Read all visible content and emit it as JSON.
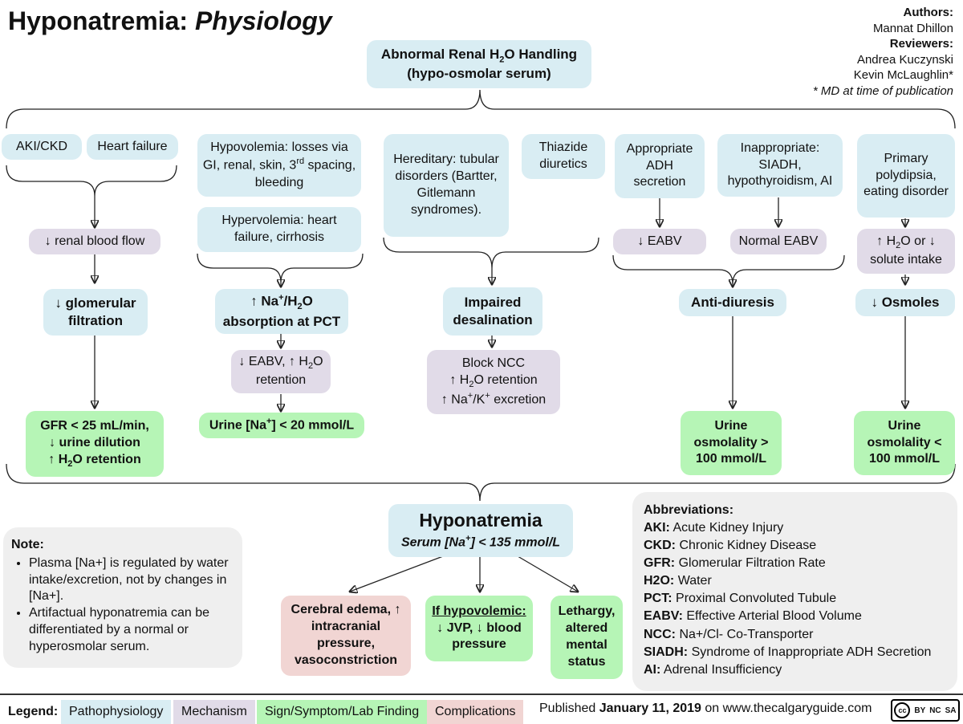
{
  "title": {
    "main": "Hyponatremia:",
    "sub": "Physiology"
  },
  "credits": {
    "authors_label": "Authors:",
    "authors": [
      "Mannat Dhillon"
    ],
    "reviewers_label": "Reviewers:",
    "reviewers": [
      "Andrea Kuczynski",
      "Kevin McLaughlin*"
    ],
    "footnote": "* MD at time of publication"
  },
  "top_node": {
    "line1": "Abnormal Renal H",
    "sub": "2",
    "line1b": "O Handling",
    "line2": "(hypo-osmolar serum)"
  },
  "causes": {
    "aki_ckd": "AKI/CKD",
    "heart_failure": "Heart failure",
    "hypovolemia": {
      "t1": "Hypovolemia: losses via GI, renal, skin, 3",
      "sup": "rd",
      "t2": " spacing, bleeding"
    },
    "hypervolemia": "Hypervolemia: heart failure, cirrhosis",
    "hereditary": "Hereditary: tubular disorders (Bartter, Gitlemann syndromes).",
    "thiazide": "Thiazide diuretics",
    "appropriate_adh": "Appropriate ADH secretion",
    "inappropriate": "Inappropriate: SIADH, hypothyroidism, AI",
    "primary_polydipsia": "Primary polydipsia, eating disorder"
  },
  "mechanisms": {
    "renal_blood_flow": "↓ renal blood flow",
    "glomerular_filtration": "↓ glomerular filtration",
    "na_h2o_absorption": {
      "a": "↑ Na",
      "sup": "+",
      "b": "/H",
      "sub": "2",
      "c": "O absorption at PCT"
    },
    "eabv_h2o_retention": {
      "a": "↓ EABV, ↑ H",
      "sub": "2",
      "b": "O retention"
    },
    "impaired_desalination": "Impaired desalination",
    "block_ncc": {
      "a": "Block NCC",
      "b": "↑ H",
      "sub": "2",
      "c": "O retention",
      "d": "↑ Na",
      "sup1": "+",
      "e": "/K",
      "sup2": "+",
      "f": " excretion"
    },
    "down_eabv": "↓ EABV",
    "normal_eabv": "Normal EABV",
    "anti_diuresis": "Anti-diuresis",
    "h2o_solute_intake": {
      "a": "↑ H",
      "sub": "2",
      "b": "O or ↓ solute intake"
    },
    "down_osmoles": "↓ Osmoles"
  },
  "findings": {
    "gfr": {
      "l1": "GFR < 25 mL/min,",
      "l2": "↓ urine dilution",
      "l3a": "↑ H",
      "sub": "2",
      "l3b": "O retention"
    },
    "urine_na": {
      "a": "Urine [Na",
      "sup": "+",
      "b": "] < 20 mmol/L"
    },
    "urine_osm_high": "Urine osmolality > 100 mmol/L",
    "urine_osm_low": "Urine osmolality < 100 mmol/L"
  },
  "central": {
    "title": "Hyponatremia",
    "subtitle_a": "Serum [Na",
    "sup": "+",
    "subtitle_b": "] < 135 mmol/L"
  },
  "outcomes": {
    "cerebral": "Cerebral edema, ↑ intracranial pressure, vasoconstriction",
    "hypovolemic_label": "If hypovolemic:",
    "hypovolemic_text": "↓ JVP, ↓ blood pressure",
    "lethargy": "Lethargy, altered mental status"
  },
  "note": {
    "heading": "Note:",
    "items": [
      "Plasma [Na+] is regulated by water intake/excretion, not by changes in [Na+].",
      "Artifactual hyponatremia can be differentiated by a normal or hyperosmolar serum."
    ]
  },
  "abbreviations": {
    "heading": "Abbreviations:",
    "items": [
      {
        "k": "AKI:",
        "v": "Acute Kidney Injury"
      },
      {
        "k": "CKD:",
        "v": "Chronic Kidney Disease"
      },
      {
        "k": "GFR:",
        "v": "Glomerular Filtration Rate"
      },
      {
        "k": "H2O:",
        "v": "Water"
      },
      {
        "k": "PCT:",
        "v": "Proximal Convoluted Tubule"
      },
      {
        "k": "EABV:",
        "v": "Effective Arterial Blood Volume"
      },
      {
        "k": "NCC:",
        "v": "Na+/Cl- Co-Transporter"
      },
      {
        "k": "SIADH:",
        "v": "Syndrome of Inappropriate ADH Secretion"
      },
      {
        "k": "AI:",
        "v": "Adrenal Insufficiency"
      }
    ]
  },
  "legend": {
    "label": "Legend:",
    "pathophysiology": "Pathophysiology",
    "mechanism": "Mechanism",
    "sign": "Sign/Symptom/Lab Finding",
    "complications": "Complications",
    "published_prefix": "Published ",
    "published_date": "January 11, 2019",
    "published_suffix": " on www.thecalgaryguide.com",
    "license": [
      "cc",
      "BY",
      "NC",
      "SA"
    ]
  },
  "colors": {
    "pathophysiology": "#d9edf3",
    "mechanism": "#e1dbe8",
    "sign": "#b6f5b6",
    "complications": "#f1d5d3"
  }
}
